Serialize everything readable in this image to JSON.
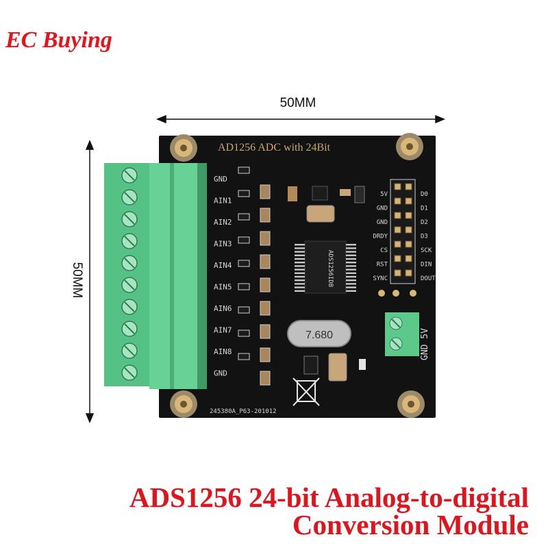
{
  "brand": {
    "name": "EC Buying",
    "color": "#e8121a"
  },
  "dimensions": {
    "width_label": "50MM",
    "height_label": "50MM"
  },
  "board": {
    "title": "AD1256 ADC with 24Bit",
    "serial": "245380A_P63-201012",
    "chip_label": "ADS1256IDB",
    "crystal_label": "7.680",
    "left_pins": [
      "GND",
      "AIN1",
      "AIN2",
      "AIN3",
      "AIN4",
      "AIN5",
      "AIN6",
      "AIN7",
      "AIN8",
      "GND"
    ],
    "right_pins_left": [
      "5V",
      "GND",
      "GND",
      "DRDY",
      "CS",
      "RST",
      "SYNC"
    ],
    "right_pins_right": [
      "D0",
      "D1",
      "D2",
      "D3",
      "SCK",
      "DIN",
      "DOUT"
    ],
    "power_label": "GND 5V",
    "colors": {
      "pcb": "#121212",
      "terminal": "#5cc98a",
      "gold": "#c9a66b"
    }
  },
  "caption": {
    "line1": "ADS1256 24-bit Analog-to-digital",
    "line2": "Conversion Module",
    "color": "#e0141c"
  }
}
